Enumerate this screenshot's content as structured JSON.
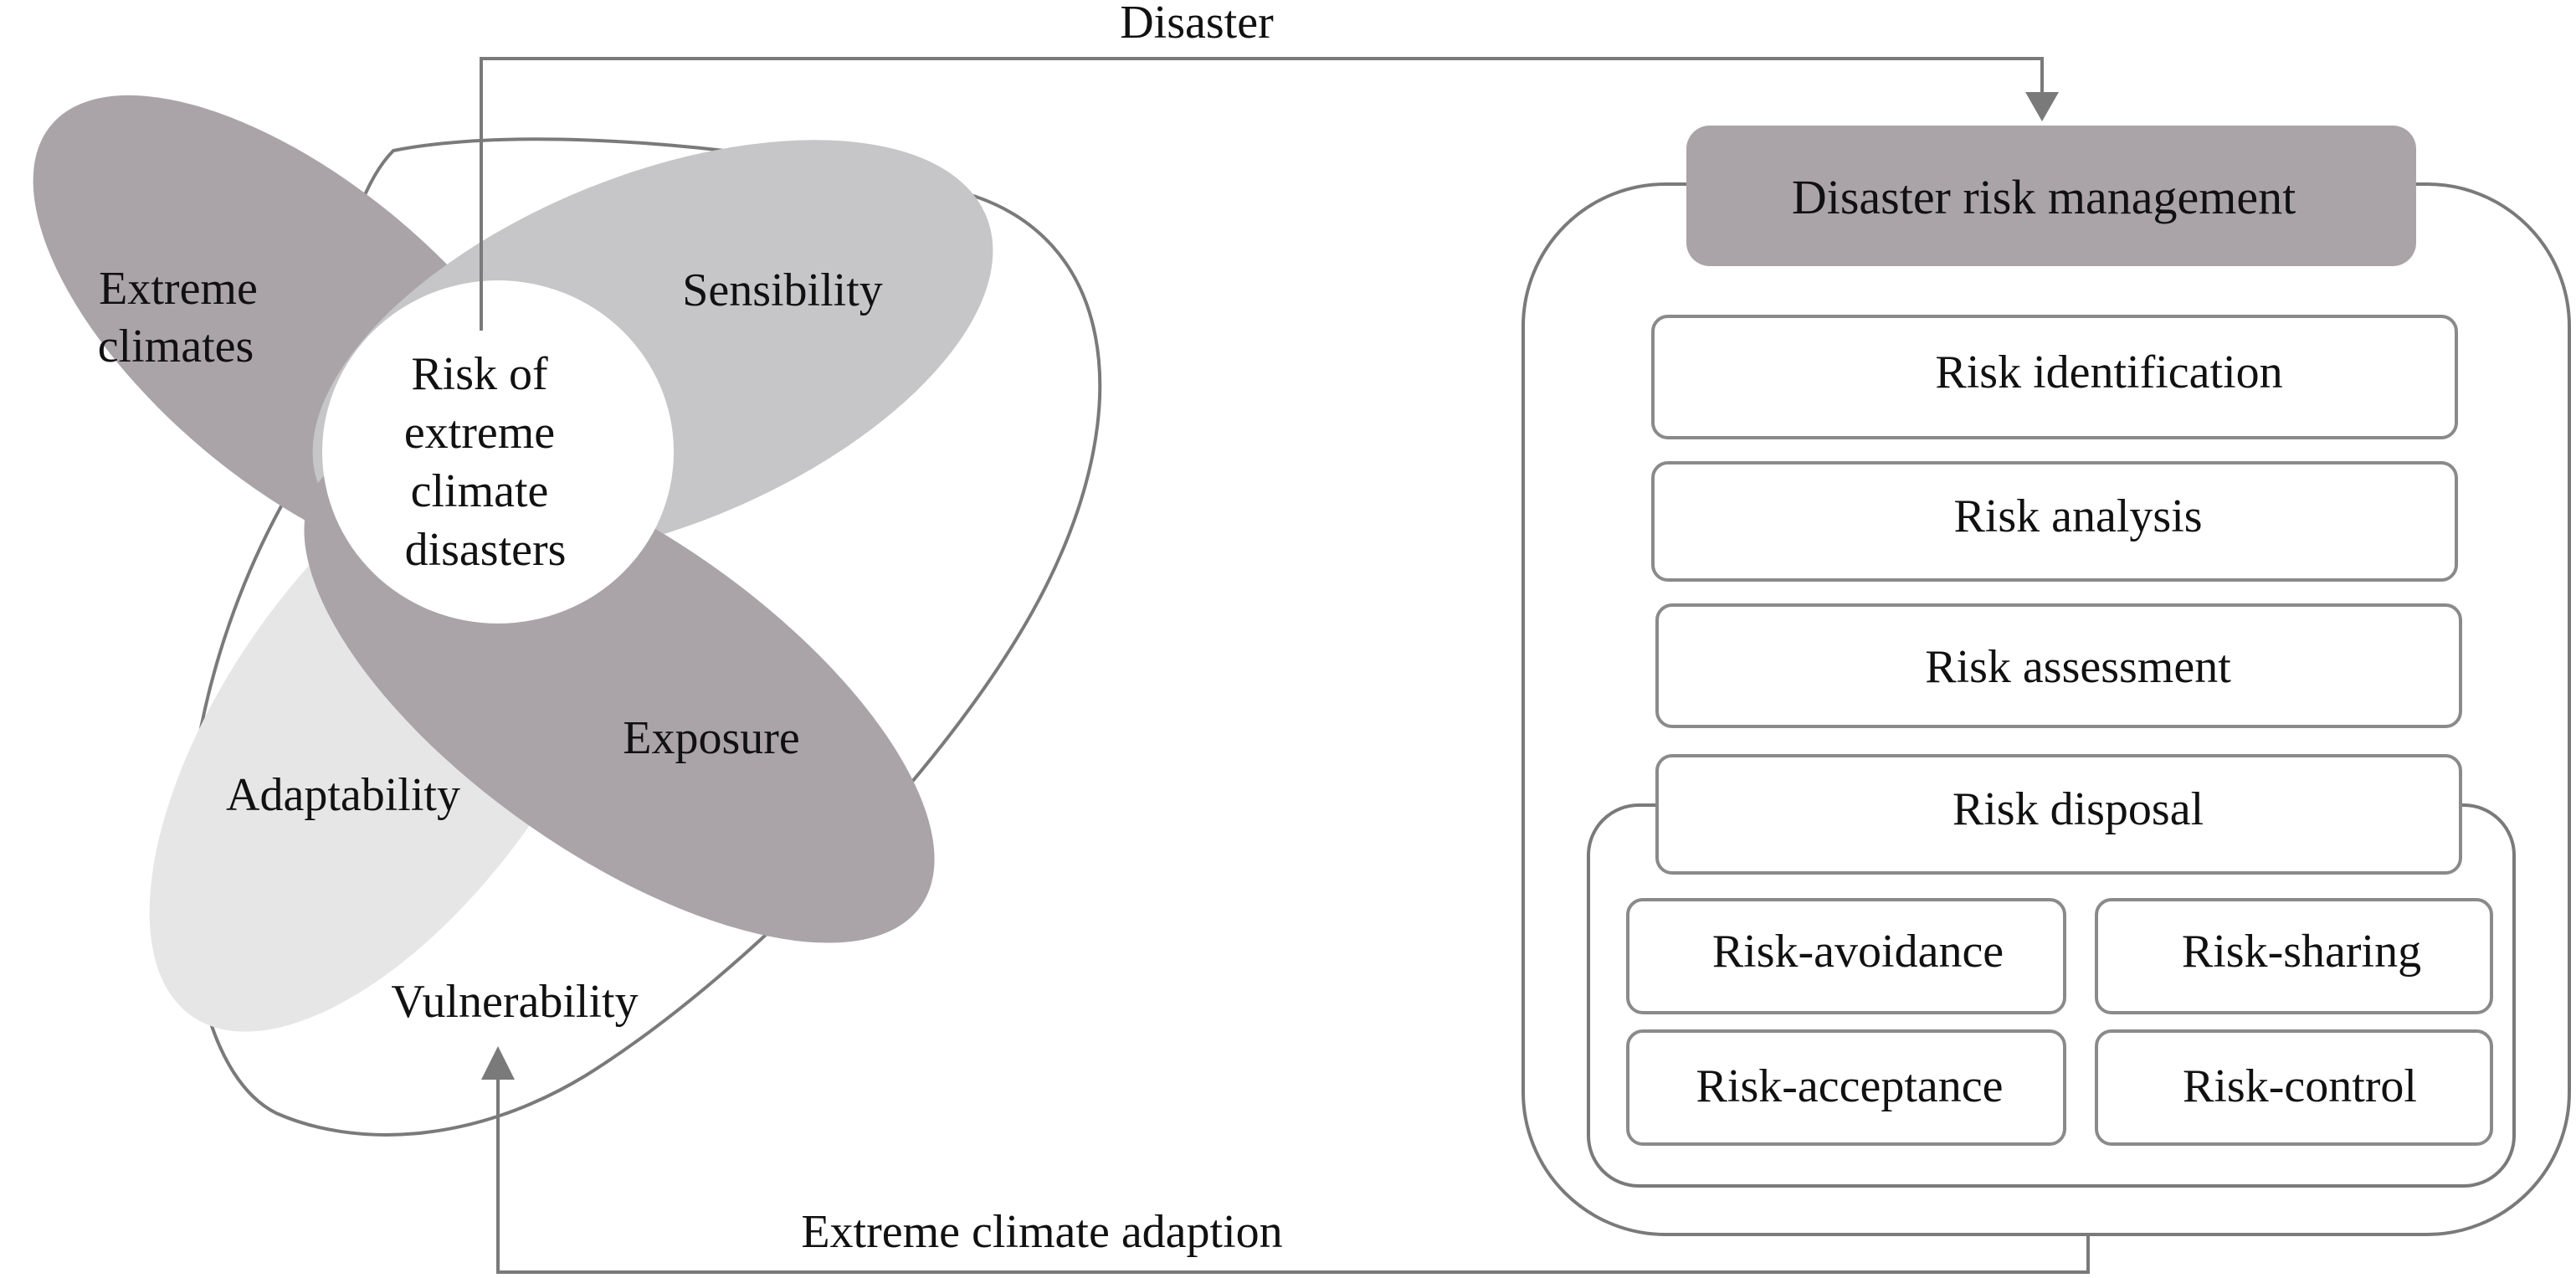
{
  "colors": {
    "dark_petal": "#aaa4a8",
    "light_petal": "#c6c6c8",
    "pale_petal": "#e6e6e6",
    "header_fill": "#aaa4a8",
    "outline": "#7a7a7a"
  },
  "edges": {
    "top_label": "Disaster",
    "bottom_label": "Extreme climate adaption"
  },
  "left": {
    "extreme_climates": [
      "Extreme",
      "climates"
    ],
    "sensibility": "Sensibility",
    "risk_center": [
      "Risk of",
      "extreme",
      "climate",
      "disasters"
    ],
    "exposure": "Exposure",
    "adaptability": "Adaptability",
    "vulnerability": "Vulnerability"
  },
  "right": {
    "header": "Disaster risk management",
    "steps": [
      "Risk identification",
      "Risk analysis",
      "Risk assessment",
      "Risk disposal"
    ],
    "disposal_options": [
      "Risk-avoidance",
      "Risk-sharing",
      "Risk-acceptance",
      "Risk-control"
    ]
  }
}
